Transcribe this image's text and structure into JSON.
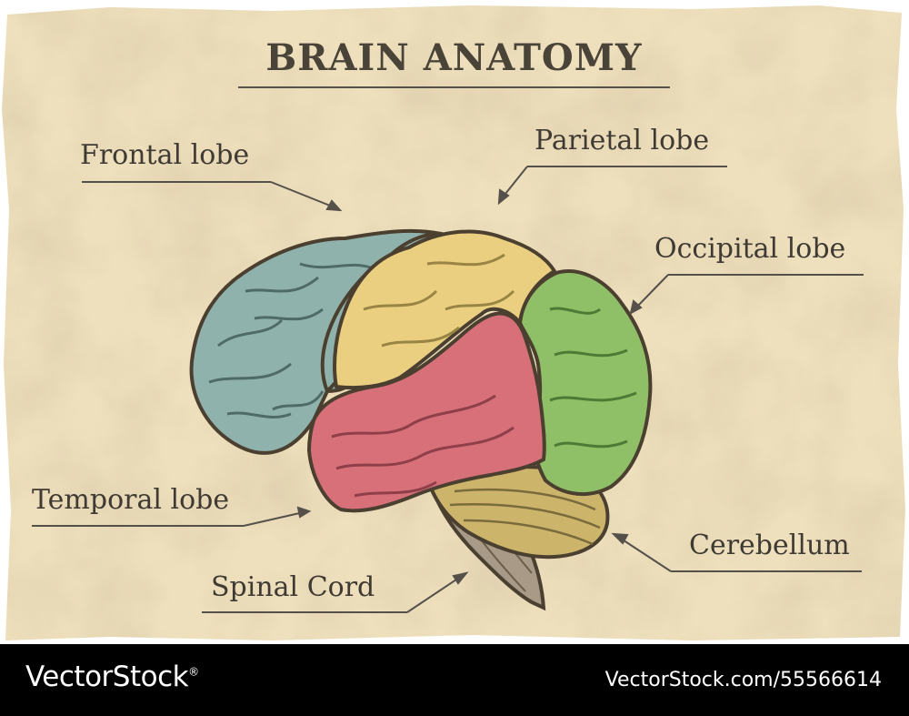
{
  "title": "BRAIN ANATOMY",
  "labels": {
    "frontal": "Frontal lobe",
    "parietal": "Parietal lobe",
    "occipital": "Occipital lobe",
    "temporal": "Temporal lobe",
    "spinal": "Spinal Cord",
    "cerebellum": "Cerebellum"
  },
  "footer": {
    "brand": "VectorStock",
    "brand_mark": "®",
    "url": "VectorStock.com/55566614"
  },
  "colors": {
    "paper": "#efe0bd",
    "frontal": "#8fb3ac",
    "parietal": "#e9cf7f",
    "occipital": "#8fbf66",
    "temporal": "#d8707a",
    "cerebellum": "#cdb46b",
    "brainstem": "#a89a86",
    "outline": "#4b3f30"
  }
}
